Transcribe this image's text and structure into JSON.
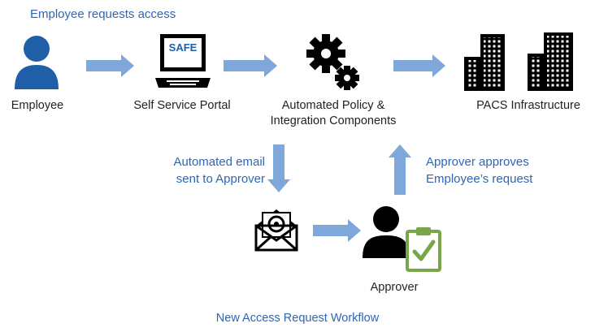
{
  "header_caption": "Employee requests access",
  "nodes": {
    "employee": "Employee",
    "portal": "Self Service Portal",
    "portal_screen_text": "SAFE",
    "policy_line1": "Automated Policy &",
    "policy_line2": "Integration Components",
    "pacs": "PACS Infrastructure",
    "approver": "Approver"
  },
  "edges": {
    "email_line1": "Automated email",
    "email_line2": "sent to Approver",
    "approve_line1": "Approver approves",
    "approve_line2": "Employee’s request"
  },
  "footer_caption": "New Access Request Workflow",
  "colors": {
    "accent_blue": "#2e66b4",
    "arrow_blue": "#7fa7d9",
    "icon_blue": "#1f5fa8",
    "icon_black": "#000000",
    "clipboard_green": "#7aa64a"
  }
}
